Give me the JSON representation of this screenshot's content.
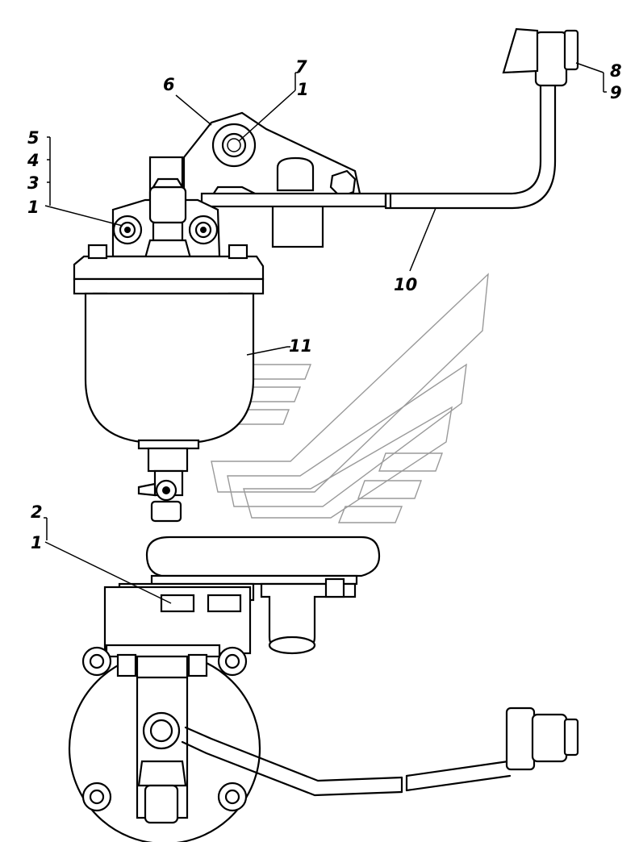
{
  "callouts": {
    "c5": "5",
    "c4": "4",
    "c3": "3",
    "c1_left": "1",
    "c6": "6",
    "c7": "7",
    "c1_top": "1",
    "c8": "8",
    "c9": "9",
    "c10": "10",
    "c11": "11",
    "c2": "2",
    "c1_lower": "1"
  },
  "colors": {
    "line": "#000000",
    "background": "#ffffff",
    "watermark": "#9a9a9a"
  }
}
